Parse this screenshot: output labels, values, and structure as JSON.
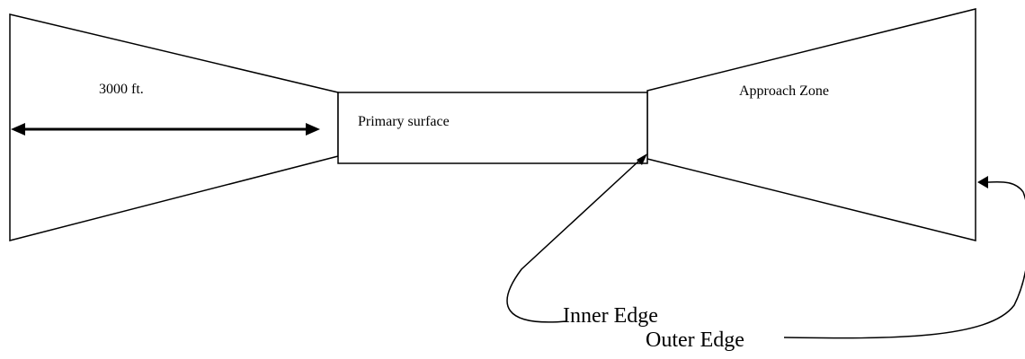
{
  "labels": {
    "distance": "3000 ft.",
    "primary_surface": "Primary surface",
    "approach_zone": "Approach Zone",
    "inner_edge": "Inner Edge",
    "outer_edge": "Outer Edge"
  }
}
